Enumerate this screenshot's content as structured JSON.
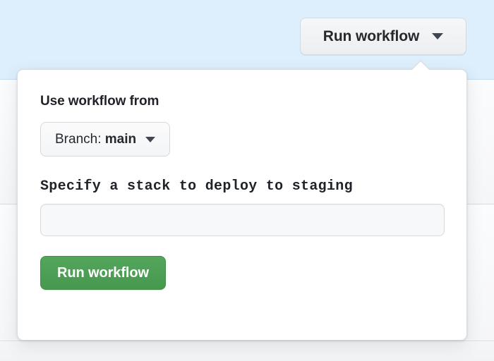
{
  "colors": {
    "banner_bg": "#ddeffc",
    "page_bg": "#f5f6f8",
    "popover_bg": "#ffffff",
    "popover_border": "#d8dde3",
    "submit_green": "#4a9e53",
    "text_primary": "#1f2328"
  },
  "toolbar": {
    "run_workflow_label": "Run workflow",
    "dropdown_icon": "chevron-down-icon"
  },
  "popover": {
    "title": "Use workflow from",
    "branch": {
      "prefix": "Branch:",
      "value": "main",
      "dropdown_icon": "chevron-down-icon"
    },
    "input_field": {
      "label": "Specify a stack to deploy to staging",
      "value": "",
      "placeholder": ""
    },
    "submit_label": "Run workflow"
  }
}
